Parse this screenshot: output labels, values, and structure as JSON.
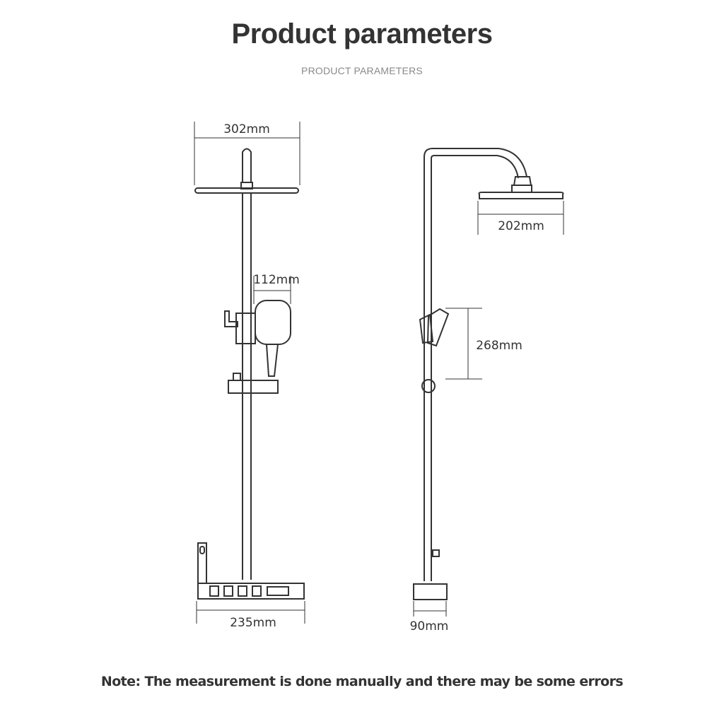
{
  "header": {
    "title": "Product parameters",
    "subtitle": "PRODUCT PARAMETERS"
  },
  "front_view": {
    "top_width": "302mm",
    "handset_width": "112mm",
    "base_width": "235mm"
  },
  "side_view": {
    "head_width": "202mm",
    "handset_height": "268mm",
    "base_width": "90mm"
  },
  "footer": {
    "note": "Note: The measurement is done manually and there may be some errors"
  }
}
